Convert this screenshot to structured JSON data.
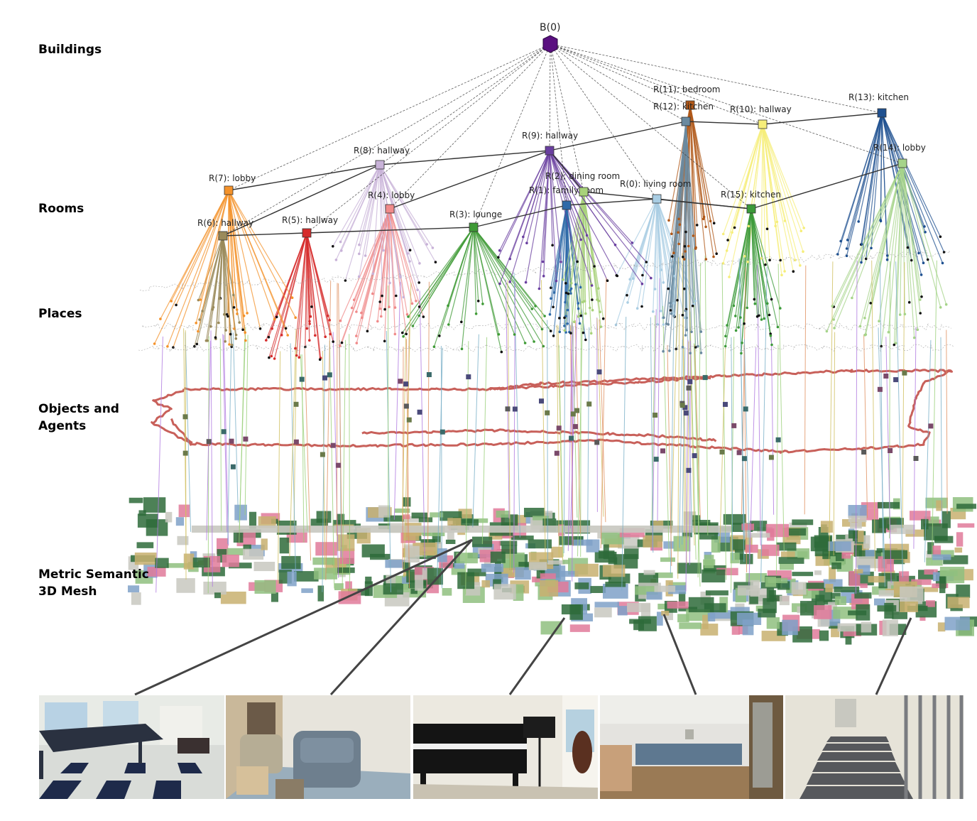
{
  "layers": {
    "buildings": "Buildings",
    "rooms": "Rooms",
    "places": "Places",
    "objects": "Objects and\nAgents",
    "mesh": "Metric Semantic\n3D Mesh"
  },
  "building": {
    "label": "B(0)",
    "color": "#5a1080"
  },
  "rooms": [
    {
      "id": "r0",
      "label": "R(0):  living  room",
      "color": "#a9cde3"
    },
    {
      "id": "r1",
      "label": "R(1):  family  room",
      "color": "#2e6aa8"
    },
    {
      "id": "r2",
      "label": "R(2):  dining  room",
      "color": "#a8d27a"
    },
    {
      "id": "r3",
      "label": "R(3):  lounge",
      "color": "#3e9a35"
    },
    {
      "id": "r4",
      "label": "R(4):  lobby",
      "color": "#f08a8a"
    },
    {
      "id": "r5",
      "label": "R(5):  hallway",
      "color": "#d62c2c"
    },
    {
      "id": "r6",
      "label": "R(6):  hallway",
      "color": "#9a8a5a"
    },
    {
      "id": "r7",
      "label": "R(7):  lobby",
      "color": "#f4922a"
    },
    {
      "id": "r8",
      "label": "R(8):  hallway",
      "color": "#c8b2d8"
    },
    {
      "id": "r9",
      "label": "R(9):  hallway",
      "color": "#6a3fa0"
    },
    {
      "id": "r10",
      "label": "R(10):  hallway",
      "color": "#f6ee7a"
    },
    {
      "id": "r11",
      "label": "R(11):  bedroom",
      "color": "#b05818"
    },
    {
      "id": "r12",
      "label": "R(12):  kitchen",
      "color": "#6a8aa0"
    },
    {
      "id": "r13",
      "label": "R(13):  kitchen",
      "color": "#1e5090"
    },
    {
      "id": "r14",
      "label": "R(14):  lobby",
      "color": "#a6d48a"
    },
    {
      "id": "r15",
      "label": "R(15):  kitchen",
      "color": "#3c9a3a"
    }
  ],
  "colors": {
    "trajectory": "#c8605a",
    "mesh_green": "#2e6b3a",
    "mesh_grey": "#c8c8c0",
    "mesh_pink": "#e07a9a",
    "edge": "#333333"
  },
  "photos": [
    {
      "name": "ping-pong-room"
    },
    {
      "name": "hallway-armchairs"
    },
    {
      "name": "music-room-piano"
    },
    {
      "name": "common-room"
    },
    {
      "name": "staircase"
    }
  ]
}
